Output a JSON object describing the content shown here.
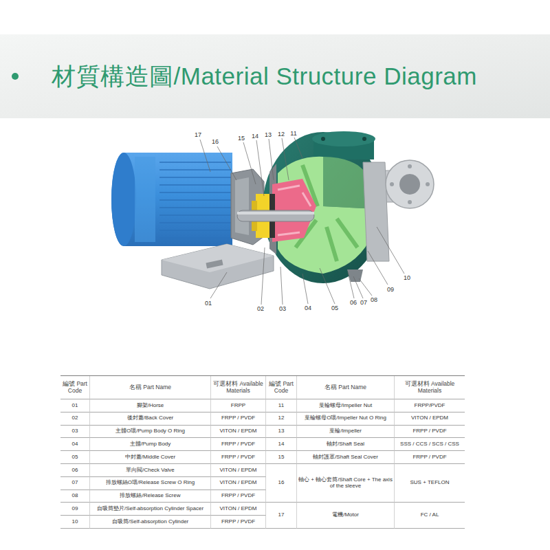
{
  "diagram": {
    "title": "材質構造圖/Material Structure Diagram",
    "labels": [
      "17",
      "16",
      "15",
      "14",
      "13",
      "12",
      "11",
      "10",
      "09",
      "08",
      "07",
      "06",
      "05",
      "04",
      "03",
      "02",
      "01",
      "編號 Part Code",
      "名稱 Part Name",
      "可選材料 Available Materials",
      "編號 Part Code",
      "名稱 Part Name",
      "可選材料 Available Materials",
      "01",
      "腳架/Horse",
      "FRPP",
      "11",
      "葉輪螺母/Impeller Nut",
      "FRPP/PVDF",
      "02",
      "後封蓋/Back Cover",
      "FRPP / PVDF",
      "12",
      "葉輪螺母O環/Impeller Nut O Ring",
      "VITON / EPDM",
      "03",
      "主體O環/Pump Body O Ring",
      "VITON / EPDM",
      "13",
      "葉輪/Impeller",
      "FRPP / PVDF",
      "04",
      "主體/Pump Body",
      "FRPP / PVDF",
      "14",
      "軸封/Shaft Seal",
      "SSS / CCS / SCS / CSS",
      "05",
      "中封蓋/Middle Cover",
      "FRPP / PVDF",
      "15",
      "軸封護罩/Shaft Seal Cover",
      "FRPP / PVDF",
      "06",
      "單向閥/Check Valve",
      "VITON / EPDM",
      "16",
      "軸心 + 軸心套筒/Shaft Core + The axis of the sleeve",
      "SUS + TEFLON",
      "07",
      "排放螺絲O環/Release Screw O Ring",
      "VITON / EPDM",
      "08",
      "排放螺絲/Release Screw",
      "FRPP / PVDF",
      "09",
      "自吸筒墊片/Self-absorption Cylinder Spacer",
      "VITON / EPDM",
      "17",
      "電機/Motor",
      "FC / AL",
      "10",
      "自吸筒/Self-absorption Cylinder",
      "FRPP / PVDF"
    ]
  }
}
